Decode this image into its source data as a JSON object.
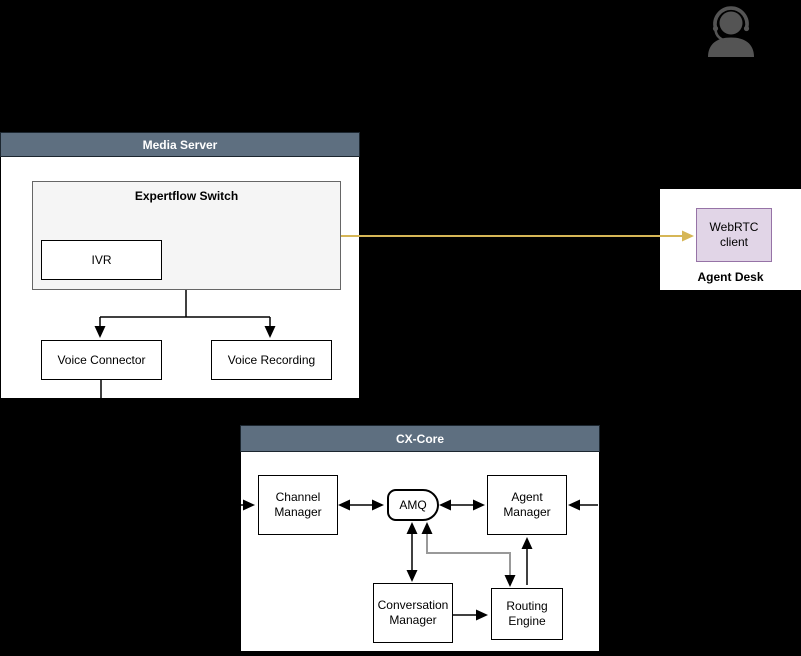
{
  "colors": {
    "background": "#000000",
    "header_fill": "#5E6F80",
    "header_text": "#FFFFFF",
    "node_fill": "#FFFFFF",
    "node_border": "#000000",
    "switch_fill": "#F5F5F5",
    "switch_border": "#666666",
    "webrtc_fill": "#E1D5E7",
    "webrtc_border": "#9673A6",
    "arrow_gold": "#D6B656",
    "arrow_gray": "#999999",
    "person_icon": "#545454"
  },
  "icons": {
    "agent_person": "person-with-headset-icon"
  },
  "media_server": {
    "title": "Media Server",
    "expertflow_switch": {
      "title": "Expertflow Switch",
      "ivr_label": "IVR"
    },
    "voice_connector_label": "Voice Connector",
    "voice_recording_label": "Voice Recording"
  },
  "agent_desk": {
    "title": "Agent Desk",
    "webrtc_label": "WebRTC client"
  },
  "cx_core": {
    "title": "CX-Core",
    "channel_manager_label": "Channel Manager",
    "amq_label": "AMQ",
    "agent_manager_label": "Agent Manager",
    "conversation_manager_label": "Conversation Manager",
    "routing_engine_label": "Routing Engine"
  },
  "connections": [
    {
      "from": "Expertflow Switch",
      "to": "Voice Connector",
      "style": "arrow",
      "color": "#000000"
    },
    {
      "from": "Expertflow Switch",
      "to": "Voice Recording",
      "style": "arrow",
      "color": "#000000"
    },
    {
      "from": "Expertflow Switch",
      "to": "WebRTC client",
      "style": "arrow",
      "color": "#D6B656"
    },
    {
      "from": "Voice Connector",
      "to": "bottom edge of Media Server",
      "style": "line",
      "color": "#000000"
    },
    {
      "from": "CX-Core left edge",
      "to": "Channel Manager",
      "style": "arrow",
      "color": "#000000"
    },
    {
      "from": "Channel Manager",
      "to": "AMQ",
      "style": "double-arrow",
      "color": "#000000"
    },
    {
      "from": "AMQ",
      "to": "Agent Manager",
      "style": "double-arrow",
      "color": "#000000"
    },
    {
      "from": "CX-Core right edge",
      "to": "Agent Manager",
      "style": "arrow",
      "color": "#000000"
    },
    {
      "from": "AMQ",
      "to": "Conversation Manager",
      "style": "double-arrow",
      "color": "#000000"
    },
    {
      "from": "AMQ",
      "to": "Routing Engine",
      "style": "double-arrow",
      "color": "#999999"
    },
    {
      "from": "Conversation Manager",
      "to": "Routing Engine",
      "style": "arrow",
      "color": "#000000"
    },
    {
      "from": "Routing Engine",
      "to": "Agent Manager",
      "style": "arrow",
      "color": "#000000"
    }
  ]
}
